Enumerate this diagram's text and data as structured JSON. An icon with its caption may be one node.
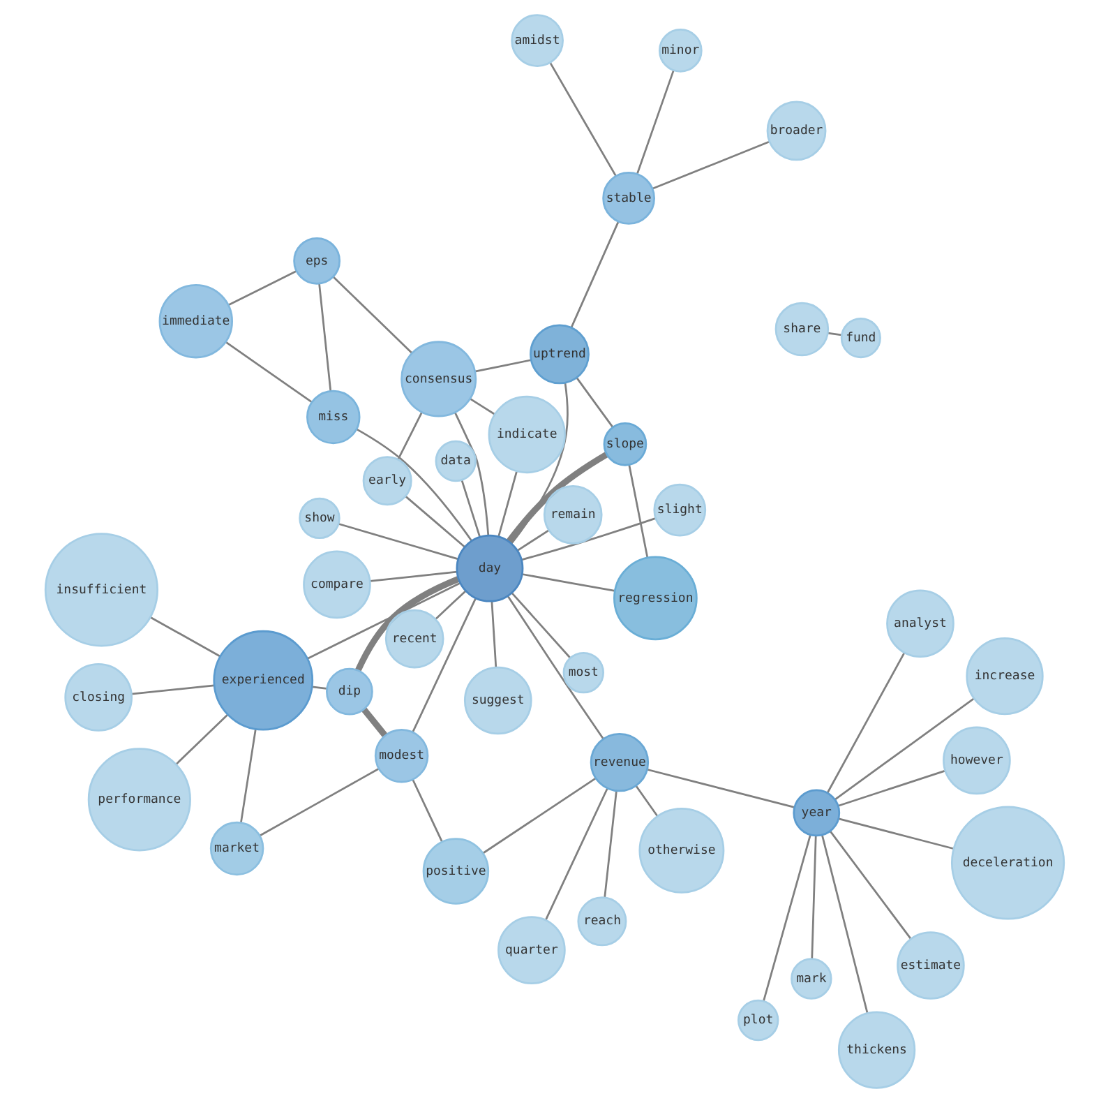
{
  "diagram": {
    "nodes": [
      {
        "text": [
          "reach"
        ]
      },
      {
        "text": [
          "slight"
        ]
      },
      {
        "text": [
          "thickens"
        ]
      },
      {
        "text": [
          "analyst"
        ]
      },
      {
        "text": [
          "deceleration"
        ]
      },
      {
        "text": [
          "mark"
        ]
      },
      {
        "text": [
          "amidst"
        ]
      },
      {
        "text": [
          "estimate"
        ]
      },
      {
        "text": [
          "closing"
        ]
      },
      {
        "text": [
          "year"
        ]
      },
      {
        "text": [
          "suggest"
        ]
      },
      {
        "text": [
          "show"
        ]
      },
      {
        "text": [
          "miss"
        ]
      },
      {
        "text": [
          "revenue"
        ]
      },
      {
        "text": [
          "remain"
        ]
      },
      {
        "text": [
          "performance"
        ]
      },
      {
        "text": [
          "regression"
        ]
      },
      {
        "text": [
          "immediate"
        ]
      },
      {
        "text": [
          "quarter"
        ]
      },
      {
        "text": [
          "consensus"
        ]
      },
      {
        "text": [
          "market"
        ]
      },
      {
        "text": [
          "plot"
        ]
      },
      {
        "text": [
          "indicate"
        ]
      },
      {
        "text": [
          "increase"
        ]
      },
      {
        "text": [
          "stable"
        ]
      },
      {
        "text": [
          "otherwise"
        ]
      },
      {
        "text": [
          "day"
        ]
      },
      {
        "text": [
          "dip"
        ]
      },
      {
        "text": [
          "eps"
        ]
      },
      {
        "text": [
          "broader"
        ]
      },
      {
        "text": [
          "modest"
        ]
      },
      {
        "text": [
          "however"
        ]
      },
      {
        "text": [
          "positive"
        ]
      },
      {
        "text": [
          "early"
        ]
      },
      {
        "text": [
          "experienced"
        ]
      },
      {
        "text": [
          "slope"
        ]
      },
      {
        "text": [
          "most"
        ]
      },
      {
        "text": [
          "uptrend"
        ]
      },
      {
        "text": [
          "insufficient"
        ]
      },
      {
        "text": [
          "share"
        ]
      },
      {
        "text": [
          "fund"
        ]
      },
      {
        "text": [
          "compare"
        ]
      },
      {
        "text": [
          "minor"
        ]
      },
      {
        "text": [
          "data"
        ]
      },
      {
        "text": [
          "recent"
        ]
      }
    ],
    "edges": [
      {
        "from": 4,
        "to": 9,
        "arrow": "none"
      },
      {
        "from": 3,
        "to": 9,
        "arrow": "none"
      },
      {
        "from": 7,
        "to": 9,
        "arrow": "none"
      },
      {
        "from": 9,
        "to": 5,
        "arrow": "none"
      },
      {
        "from": 9,
        "to": 2,
        "arrow": "none"
      },
      {
        "from": 9,
        "to": 13,
        "arrow": "none"
      },
      {
        "from": 9,
        "to": 23,
        "arrow": "none"
      },
      {
        "from": 21,
        "to": 9,
        "arrow": "none"
      },
      {
        "from": 31,
        "to": 9,
        "arrow": "none"
      },
      {
        "from": 1,
        "to": 26,
        "arrow": "none"
      },
      {
        "from": 11,
        "to": 26,
        "arrow": "none"
      },
      {
        "from": 8,
        "to": 34,
        "arrow": "none"
      },
      {
        "from": 0,
        "to": 13,
        "arrow": "none"
      },
      {
        "from": 25,
        "to": 13,
        "arrow": "none"
      },
      {
        "from": 32,
        "to": 13,
        "arrow": "none"
      },
      {
        "from": 13,
        "to": 26,
        "arrow": "none"
      },
      {
        "from": 13,
        "to": 18,
        "arrow": "none"
      },
      {
        "from": 6,
        "to": 24,
        "arrow": "none"
      },
      {
        "from": 10,
        "to": 26,
        "arrow": "none"
      },
      {
        "from": 17,
        "to": 12,
        "arrow": "none"
      },
      {
        "from": 26,
        "to": 12,
        "arrow": "none"
      },
      {
        "from": 26,
        "to": 14,
        "arrow": "none"
      },
      {
        "from": 28,
        "to": 12,
        "arrow": "none"
      },
      {
        "from": 26,
        "to": 16,
        "arrow": "none"
      },
      {
        "from": 26,
        "to": 19,
        "arrow": "none"
      },
      {
        "from": 19,
        "to": 22,
        "arrow": "none"
      },
      {
        "from": 19,
        "to": 28,
        "arrow": "none"
      },
      {
        "from": 19,
        "to": 33,
        "arrow": "none"
      },
      {
        "from": 19,
        "to": 37,
        "arrow": "none"
      },
      {
        "from": 16,
        "to": 35,
        "arrow": "none"
      },
      {
        "from": 17,
        "to": 28,
        "arrow": "none"
      },
      {
        "from": 26,
        "to": 22,
        "arrow": "none"
      },
      {
        "from": 24,
        "to": 29,
        "arrow": "none"
      },
      {
        "from": 24,
        "to": 37,
        "arrow": "none"
      },
      {
        "from": 26,
        "to": 27,
        "arrow": "none",
        "style": "thick"
      },
      {
        "from": 26,
        "to": 33,
        "arrow": "none"
      },
      {
        "from": 26,
        "to": 35,
        "arrow": "none",
        "style": "thick"
      },
      {
        "from": 26,
        "to": 37,
        "arrow": "none"
      },
      {
        "from": 35,
        "to": 37,
        "arrow": "none"
      },
      {
        "from": 30,
        "to": 27,
        "arrow": "none",
        "style": "thick"
      },
      {
        "from": 30,
        "to": 26,
        "arrow": "none"
      },
      {
        "from": 32,
        "to": 30,
        "arrow": "none"
      },
      {
        "from": 20,
        "to": 30,
        "arrow": "none"
      },
      {
        "from": 20,
        "to": 34,
        "arrow": "none"
      },
      {
        "from": 15,
        "to": 34,
        "arrow": "none"
      },
      {
        "from": 34,
        "to": 26,
        "arrow": "none"
      },
      {
        "from": 34,
        "to": 27,
        "arrow": "none"
      },
      {
        "from": 38,
        "to": 34,
        "arrow": "none"
      },
      {
        "from": 36,
        "to": 26,
        "arrow": "none"
      },
      {
        "from": 41,
        "to": 26,
        "arrow": "none"
      },
      {
        "from": 26,
        "to": 43,
        "arrow": "none"
      },
      {
        "from": 26,
        "to": 44,
        "arrow": "none"
      },
      {
        "from": 40,
        "to": 39,
        "arrow": "none"
      },
      {
        "from": 42,
        "to": 24,
        "arrow": "none"
      }
    ]
  }
}
